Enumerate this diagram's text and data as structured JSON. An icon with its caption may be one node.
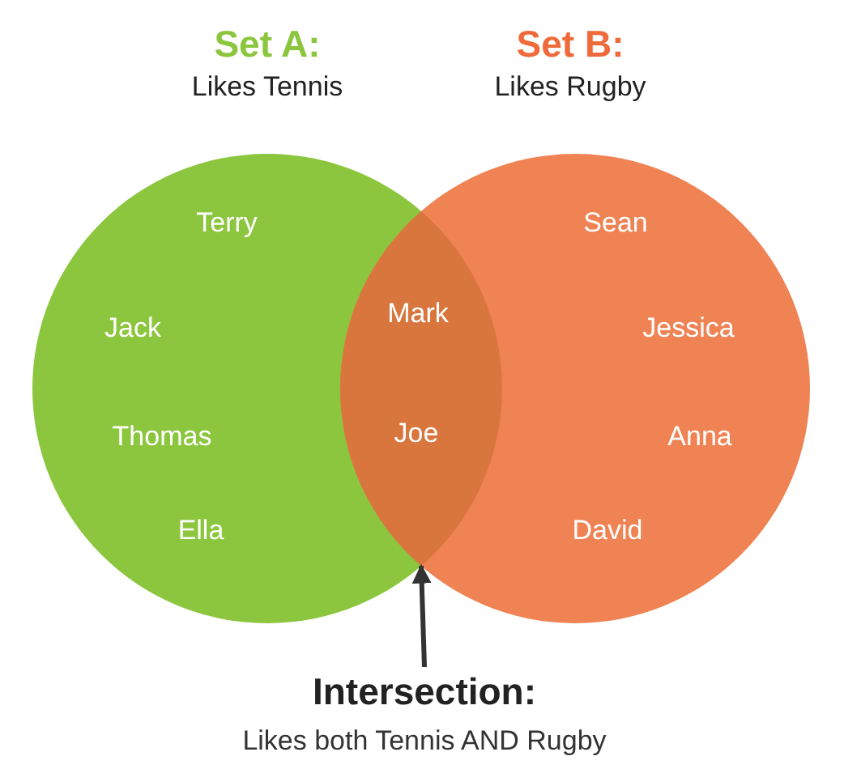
{
  "diagram": {
    "nodes": [
      {
        "text": [
          "Set A:",
          "Likes Tennis",
          "Terry",
          "Jack",
          "Thomas",
          "Ella"
        ]
      },
      {
        "text": [
          "Set B:",
          "Likes Rugby",
          "Sean",
          "Jessica",
          "Anna",
          "David"
        ]
      },
      {
        "text": [
          "Intersection:",
          "Likes both Tennis AND Rugby"
        ]
      },
      {
        "text": [],
        "shape": "lens"
      }
    ],
    "edges": [
      {
        "from": 2,
        "to": 3,
        "arrow": "to"
      }
    ],
    "labels": [
      "Mark",
      "Joe"
    ]
  }
}
